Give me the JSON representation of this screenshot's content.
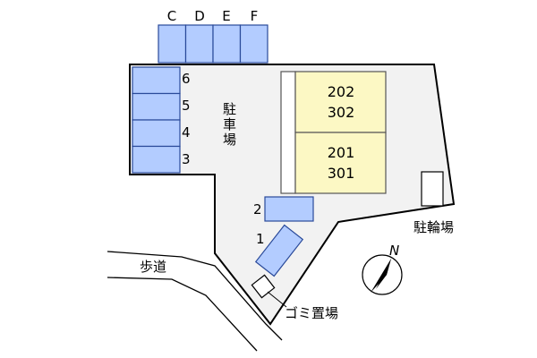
{
  "colors": {
    "lot_fill": "#f2f2f2",
    "lot_outline": "#000000",
    "parking_fill": "#b3ccff",
    "parking_outline": "#2a4a9a",
    "building_fill": "#fcf8c4",
    "building_outline": "#555555",
    "text": "#000000"
  },
  "parking": {
    "top_row_labels": [
      "C",
      "D",
      "E",
      "F"
    ],
    "left_column_labels": [
      "6",
      "5",
      "4",
      "3"
    ],
    "lower_labels": [
      "2",
      "1"
    ],
    "area_label": "駐車場"
  },
  "building": {
    "units_upper": [
      "202",
      "302"
    ],
    "units_lower": [
      "201",
      "301"
    ]
  },
  "facilities": {
    "bicycle_parking": "駐輪場",
    "garbage_area": "ゴミ置場",
    "sidewalk": "歩道"
  },
  "compass": {
    "label": "N",
    "icon": "compass-icon"
  }
}
